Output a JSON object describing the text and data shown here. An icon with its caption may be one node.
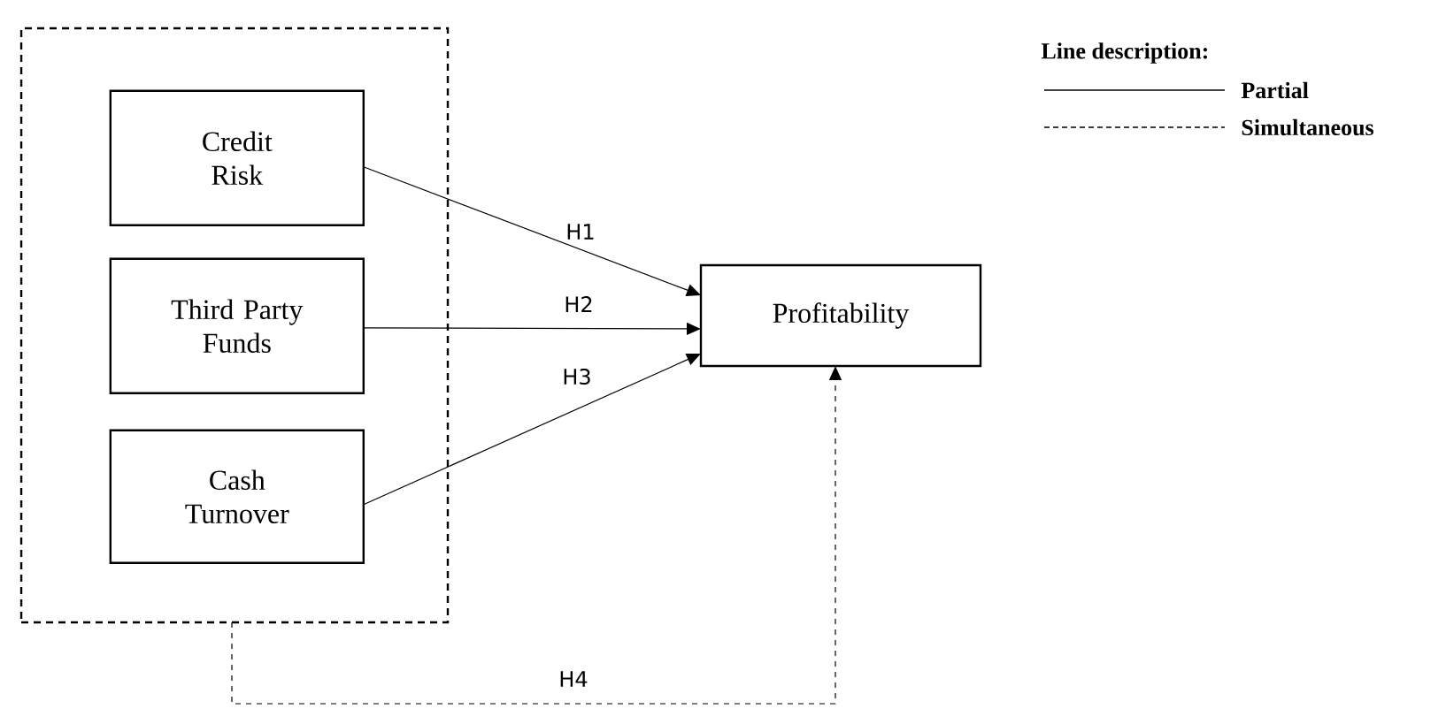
{
  "diagram": {
    "nodes": [
      {
        "text": [],
        "shape": "box"
      },
      {
        "text": [
          "Credit Risk"
        ],
        "in": 0
      },
      {
        "text": [
          "Third Party Funds"
        ],
        "in": 0
      },
      {
        "text": [
          "Cash Turnover"
        ],
        "in": 0
      },
      {
        "text": [
          "Profitability"
        ]
      }
    ],
    "edges": [
      {
        "from": 1,
        "to": 4,
        "arrow": "to",
        "label": "H1"
      },
      {
        "from": 2,
        "to": 4,
        "arrow": "to",
        "label": "H2"
      },
      {
        "from": 3,
        "to": 4,
        "arrow": "to",
        "label": "H3"
      },
      {
        "from": 0,
        "to": 4,
        "arrow": "to",
        "label": "H4",
        "style": "dashed"
      }
    ],
    "labels": [
      "Line description:"
    ],
    "legend": [
      {
        "text": "Partial"
      },
      {
        "text": "Simultaneous"
      }
    ]
  }
}
